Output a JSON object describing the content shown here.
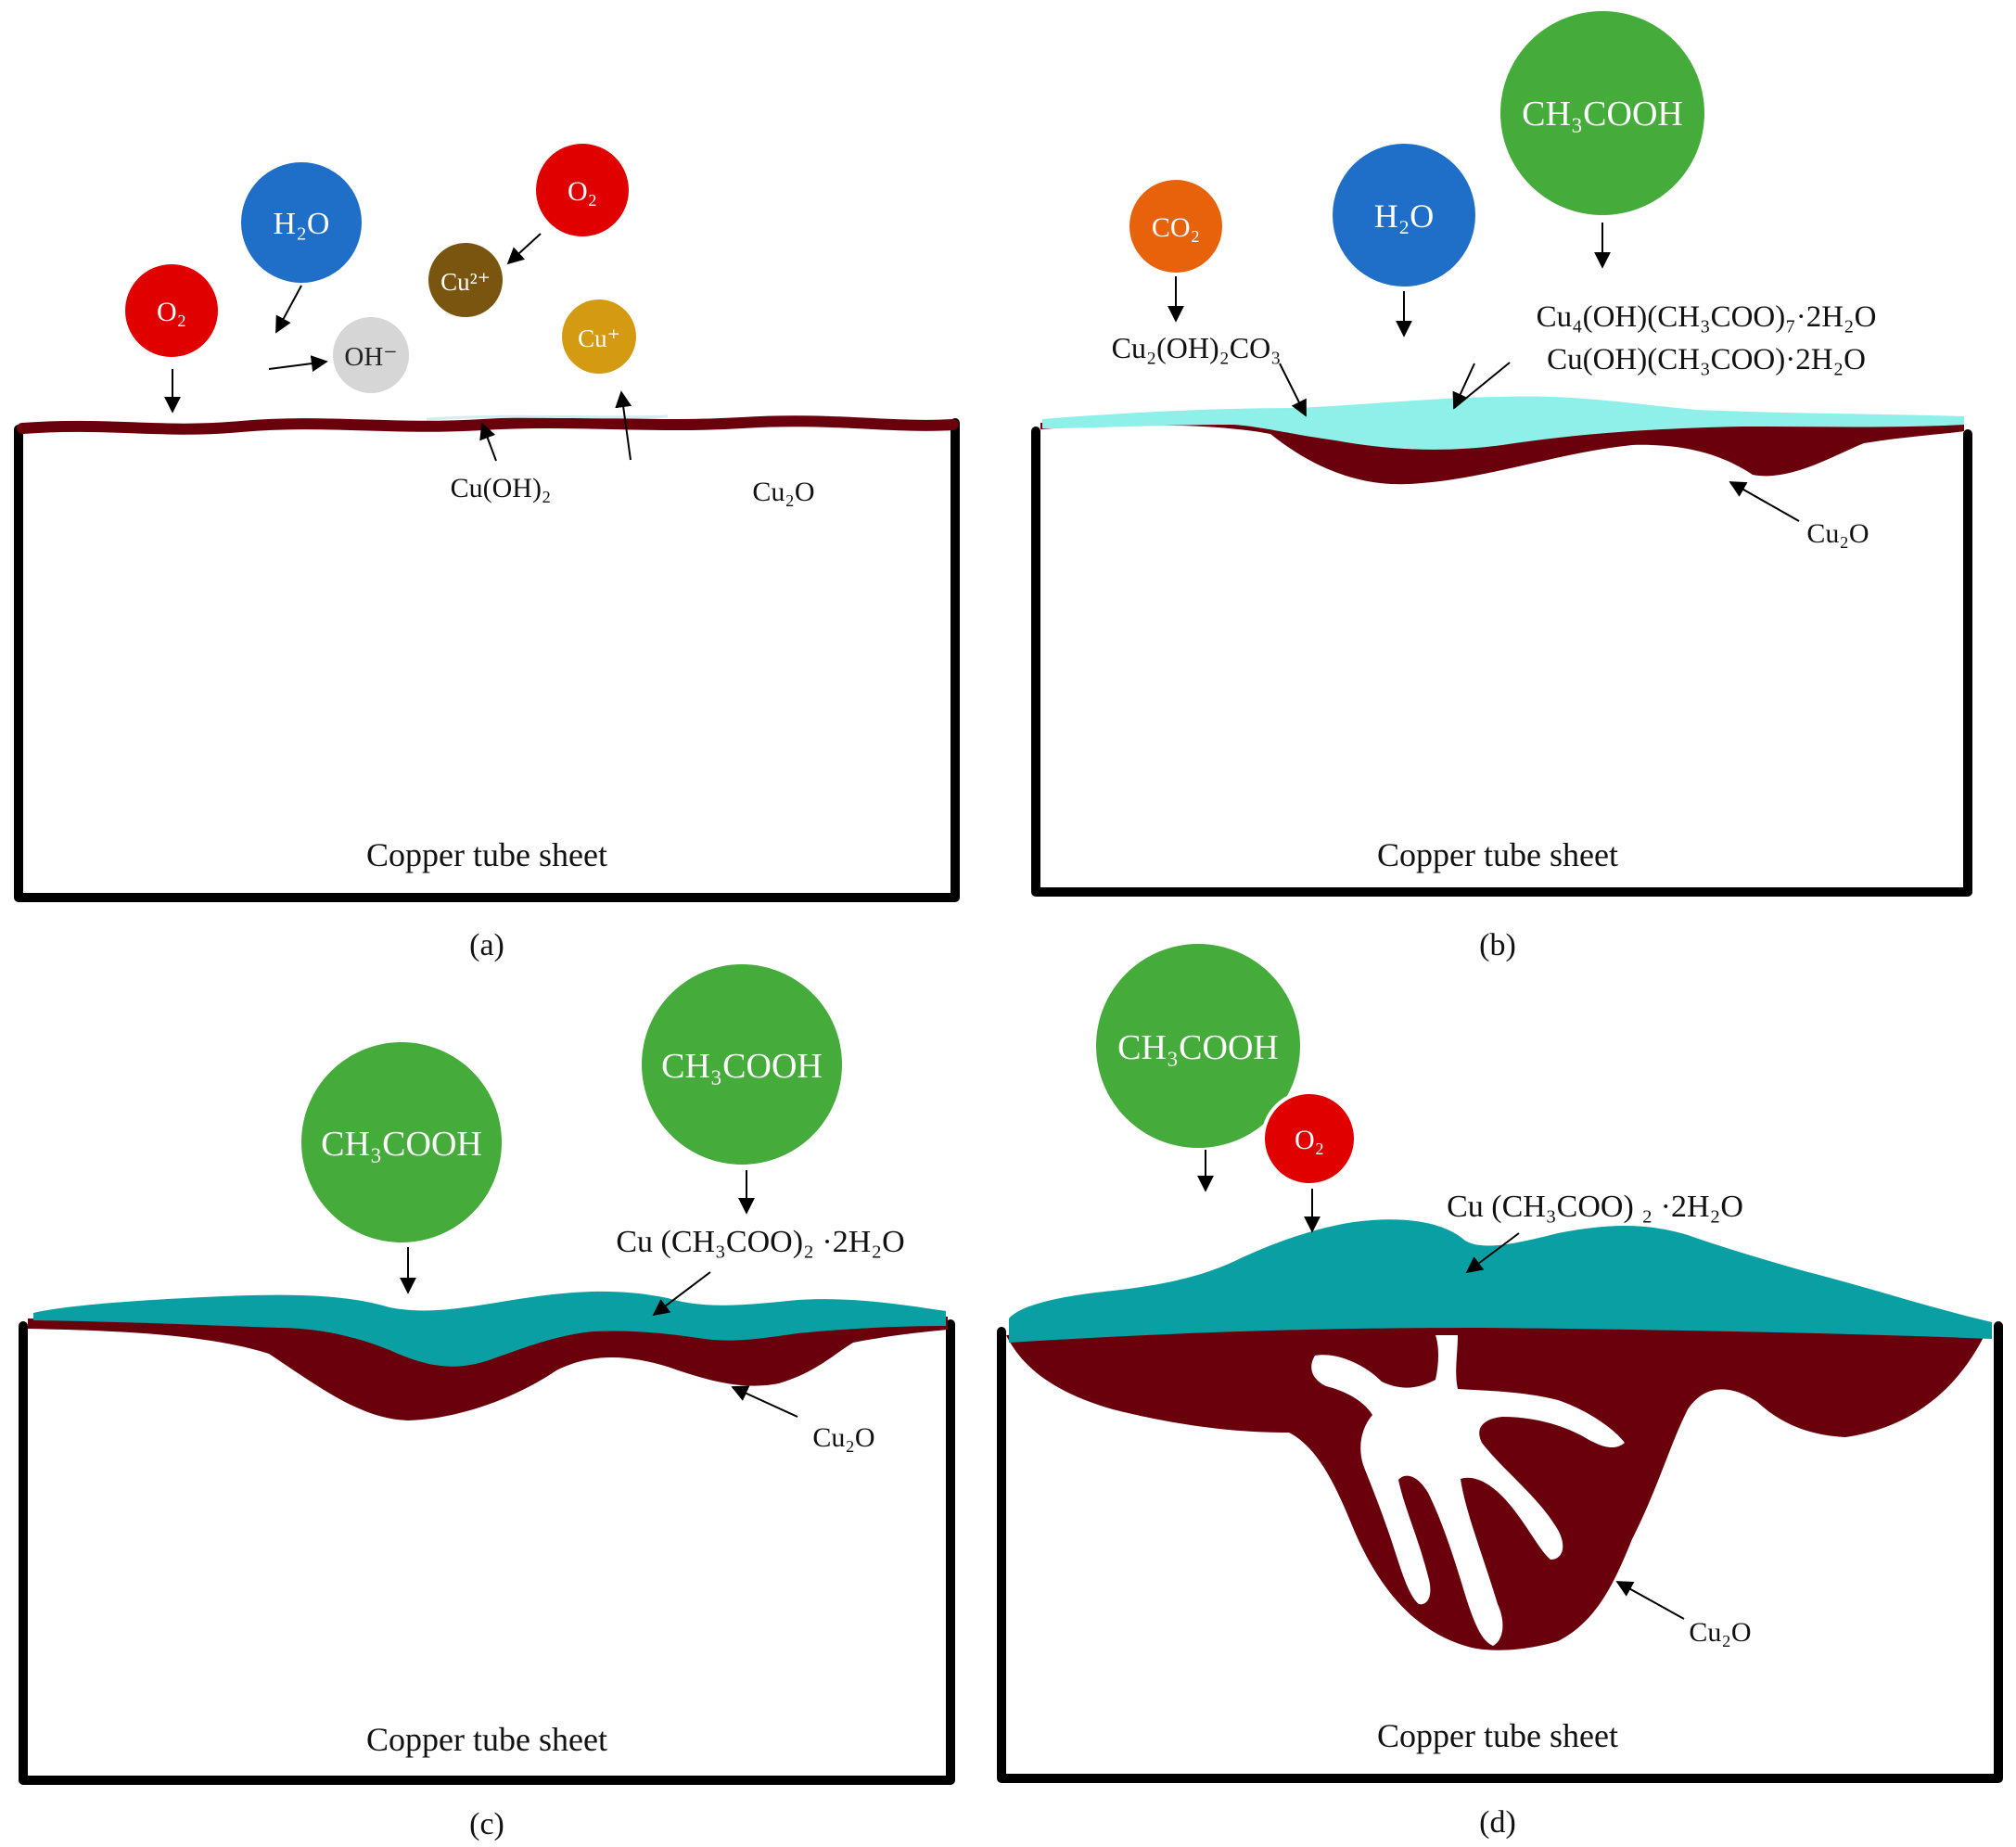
{
  "panels": {
    "a": {
      "caption": "(a)",
      "sheet_label": "Copper tube sheet",
      "molecules": {
        "h2o": "H₂O",
        "o2_left": "O₂",
        "o2_right": "O₂",
        "oh": "OH⁻",
        "cu2plus": "Cu²⁺",
        "cuplus": "Cu⁺"
      },
      "labels": {
        "cuoh2": "Cu(OH)₂",
        "cu2o": "Cu₂O"
      }
    },
    "b": {
      "caption": "(b)",
      "sheet_label": "Copper tube sheet",
      "molecules": {
        "co2": "CO₂",
        "h2o": "H₂O",
        "ch3cooh": "CH₃COOH"
      },
      "labels": {
        "cu2oh2co3": "Cu₂(OH)₂CO₃",
        "cu4_complex": "Cu₄(OH)(CH₃COO)₇·2H₂O",
        "cu_complex": "Cu(OH)(CH₃COO)·2H₂O",
        "cu2o": "Cu₂O"
      }
    },
    "c": {
      "caption": "(c)",
      "sheet_label": "Copper tube sheet",
      "molecules": {
        "ch3cooh_left": "CH₃COOH",
        "ch3cooh_right": "CH₃COOH"
      },
      "labels": {
        "cu_acetate": "Cu (CH₃COO)₂ ·2H₂O",
        "cu2o": "Cu₂O"
      }
    },
    "d": {
      "caption": "(d)",
      "sheet_label": "Copper tube sheet",
      "molecules": {
        "ch3cooh": "CH₃COOH",
        "o2": "O₂"
      },
      "labels": {
        "cu_acetate": "Cu (CH₃COO) ₂ ·2H₂O",
        "cu2o": "Cu₂O"
      }
    }
  },
  "colors": {
    "o2": "#e00000",
    "h2o": "#1f6fc8",
    "oh": "#d6d6d6",
    "cu2plus": "#7a5510",
    "cuplus": "#d49a12",
    "co2": "#e8620c",
    "ch3cooh": "#45ac3b",
    "oxide": "#6b000d",
    "light_cyan": "#8ff0ea",
    "teal": "#0aa0a3"
  }
}
